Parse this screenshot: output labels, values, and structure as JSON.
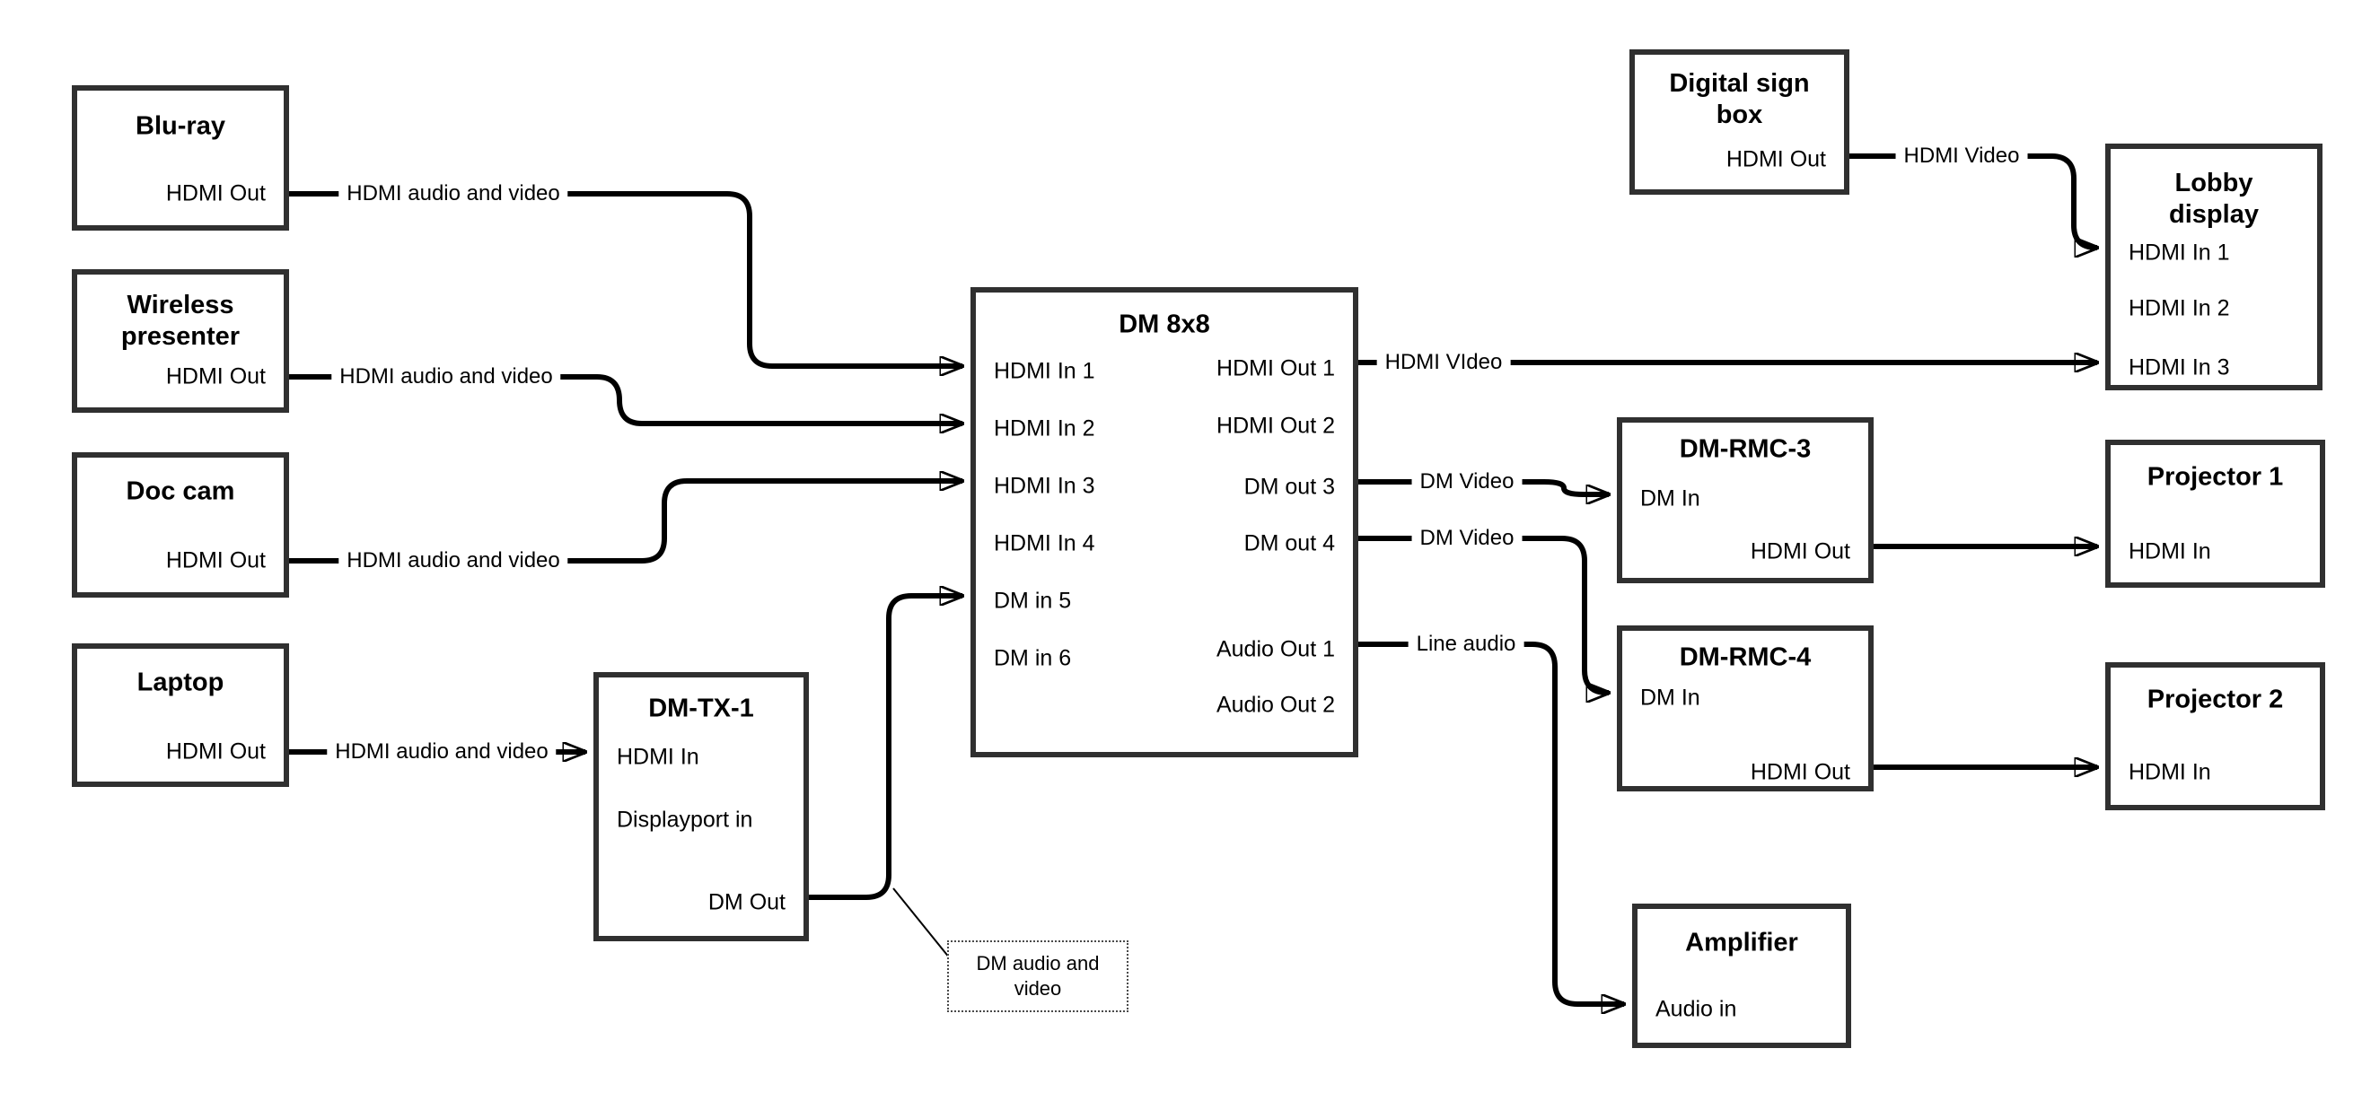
{
  "diagram": {
    "colors": {
      "background": "#ffffff",
      "wire": "#000000",
      "box_border": "#303030",
      "text": "#000000"
    },
    "nodes": {
      "blu_ray": {
        "title": "Blu-ray",
        "ports": {
          "hdmi_out": "HDMI Out"
        }
      },
      "wireless_presenter": {
        "title": "Wireless\npresenter",
        "ports": {
          "hdmi_out": "HDMI Out"
        }
      },
      "doc_cam": {
        "title": "Doc cam",
        "ports": {
          "hdmi_out": "HDMI Out"
        }
      },
      "laptop": {
        "title": "Laptop",
        "ports": {
          "hdmi_out": "HDMI Out"
        }
      },
      "dm_tx_1": {
        "title": "DM-TX-1",
        "ports": {
          "hdmi_in": "HDMI In",
          "displayport_in": "Displayport in",
          "dm_out": "DM Out"
        }
      },
      "dm_8x8": {
        "title": "DM 8x8",
        "ports": {
          "hdmi_in_1": "HDMI In 1",
          "hdmi_in_2": "HDMI In 2",
          "hdmi_in_3": "HDMI In 3",
          "hdmi_in_4": "HDMI In 4",
          "dm_in_5": "DM in 5",
          "dm_in_6": "DM in 6",
          "hdmi_out_1": "HDMI Out 1",
          "hdmi_out_2": "HDMI Out 2",
          "dm_out_3": "DM out 3",
          "dm_out_4": "DM out 4",
          "audio_out_1": "Audio Out 1",
          "audio_out_2": "Audio Out 2"
        }
      },
      "digital_sign_box": {
        "title": "Digital sign\nbox",
        "ports": {
          "hdmi_out": "HDMI Out"
        }
      },
      "lobby_display": {
        "title": "Lobby\ndisplay",
        "ports": {
          "hdmi_in_1": "HDMI In 1",
          "hdmi_in_2": "HDMI In 2",
          "hdmi_in_3": "HDMI In 3"
        }
      },
      "dm_rmc_3": {
        "title": "DM-RMC-3",
        "ports": {
          "dm_in": "DM In",
          "hdmi_out": "HDMI Out"
        }
      },
      "projector_1": {
        "title": "Projector 1",
        "ports": {
          "hdmi_in": "HDMI In"
        }
      },
      "dm_rmc_4": {
        "title": "DM-RMC-4",
        "ports": {
          "dm_in": "DM In",
          "hdmi_out": "HDMI Out"
        }
      },
      "projector_2": {
        "title": "Projector 2",
        "ports": {
          "hdmi_in": "HDMI In"
        }
      },
      "amplifier": {
        "title": "Amplifier",
        "ports": {
          "audio_in": "Audio in"
        }
      }
    },
    "wire_labels": {
      "bluray_to_hdmi_in_1": {
        "label": "HDMI audio and video"
      },
      "wireless_to_hdmi_in_2": {
        "label": "HDMI audio and video"
      },
      "doccam_to_hdmi_in_3": {
        "label": "HDMI audio and video"
      },
      "laptop_to_dm_tx_1": {
        "label": "HDMI audio and video"
      },
      "hdmi_out_1_to_lobby": {
        "label": "HDMI VIdeo"
      },
      "dm_out_3_to_rmc_3": {
        "label": "DM Video"
      },
      "dm_out_4_to_rmc_4": {
        "label": "DM Video"
      },
      "audio_out_1_to_amp": {
        "label": "Line audio"
      },
      "digital_sign_to_lobby": {
        "label": "HDMI Video"
      }
    },
    "note": {
      "text": "DM audio and\nvideo"
    }
  }
}
